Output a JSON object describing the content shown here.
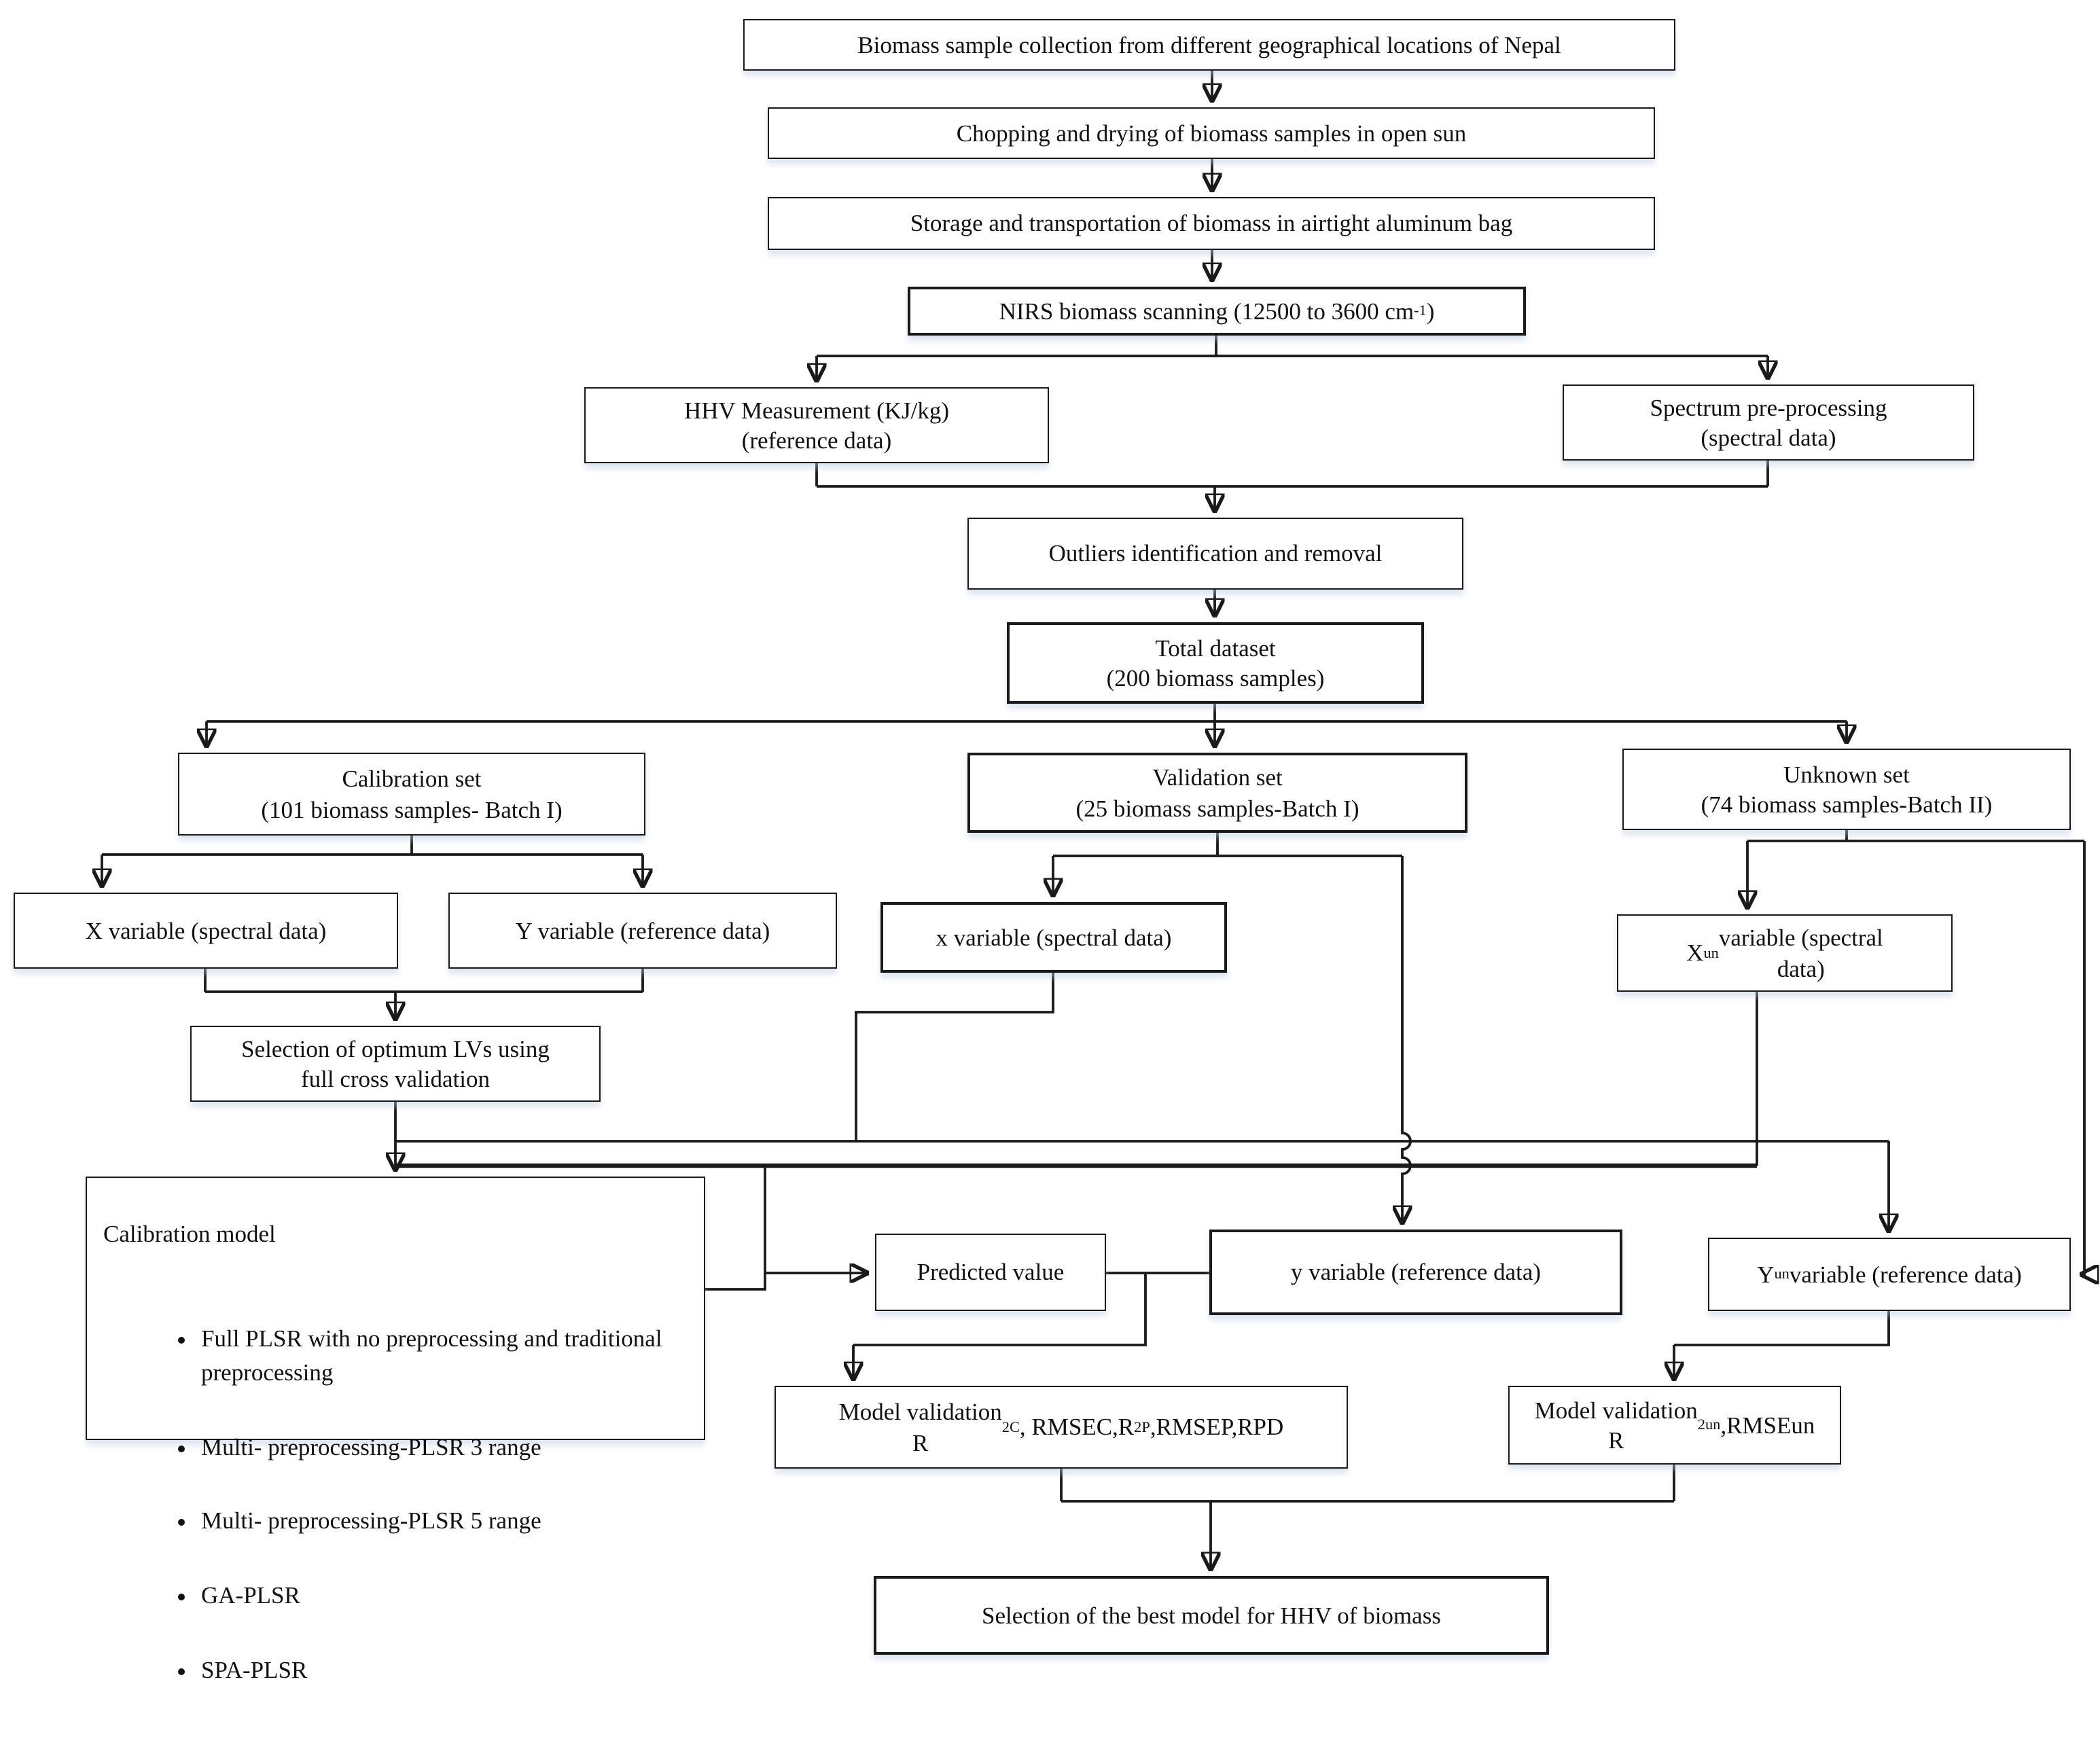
{
  "diagram": {
    "type": "flowchart",
    "background": "#ffffff",
    "line_color": "#1a1a1a",
    "nodes": {
      "collection": "Biomass sample collection from different geographical locations of Nepal",
      "chopping": "Chopping and drying of biomass samples in open sun",
      "storage": "Storage and transportation of biomass in airtight aluminum bag",
      "nirs_scanning": "NIRS biomass scanning (12500 to 3600 cm^{-1})",
      "hhv_measurement": "HHV Measurement (KJ/kg)\n(reference data)",
      "spectrum_preprocessing": "Spectrum pre-processing\n(spectral data)",
      "outliers": "Outliers identification and removal",
      "total_dataset": "Total dataset\n(200 biomass samples)",
      "calibration_set": "Calibration set\n(101 biomass samples- Batch I)",
      "validation_set": "Validation set\n(25 biomass samples-Batch I)",
      "unknown_set": "Unknown set\n(74 biomass samples-Batch II)",
      "x_variable": "X variable (spectral data)",
      "y_variable": "Y variable (reference data)",
      "x_variable_validation": "x variable (spectral data)",
      "xun_variable": "X_{un} variable (spectral\ndata)",
      "lv_selection": "Selection of optimum LVs using\nfull cross validation",
      "calibration_model": {
        "title": "Calibration model",
        "items": [
          "Full PLSR with no preprocessing and traditional preprocessing",
          "Multi- preprocessing-PLSR 3 range",
          "Multi- preprocessing-PLSR 5 range",
          "GA-PLSR",
          "SPA-PLSR"
        ]
      },
      "predicted_value": "Predicted value",
      "y_variable_validation": "y variable (reference data)",
      "yun_variable": "Y_{un} variable (reference data)",
      "model_validation_calibration": "Model validation\nR^{2}_{C}, RMSEC,R^{2}_{P},RMSEP,RPD",
      "model_validation_unknown": "Model validation\nR^{2}_{un},RMSEun",
      "best_model": "Selection of the best model for HHV of biomass"
    }
  }
}
